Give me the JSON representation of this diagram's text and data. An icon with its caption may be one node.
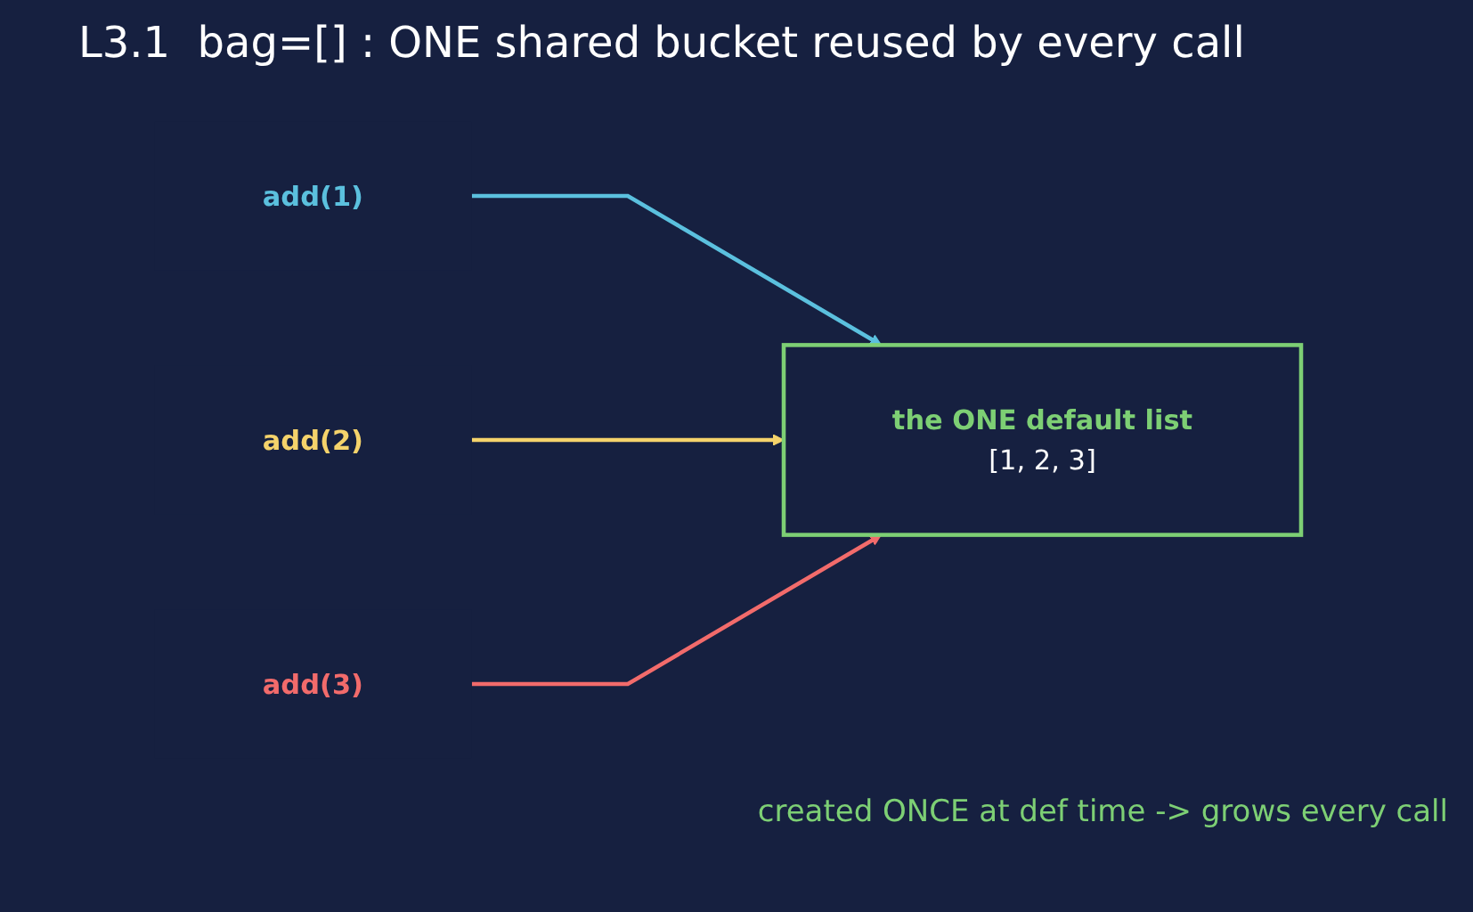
{
  "diagram": {
    "title": "L3.1  bag=[] : ONE shared bucket reused by every call",
    "nodes": [
      {
        "text": [
          "add(1)"
        ]
      },
      {
        "text": [
          "add(2)"
        ]
      },
      {
        "text": [
          "add(3)"
        ]
      },
      {
        "text": [
          "the ONE default list",
          "[1, 2, 3]"
        ]
      }
    ],
    "edges": [
      {
        "from": 0,
        "to": 3,
        "arrow": "to",
        "color": "#5bc0de"
      },
      {
        "from": 1,
        "to": 3,
        "arrow": "to",
        "color": "#f5d36b"
      },
      {
        "from": 2,
        "to": 3,
        "arrow": "to",
        "color": "#f26b6b"
      }
    ],
    "caption": "created ONCE at def time -> grows every call"
  }
}
